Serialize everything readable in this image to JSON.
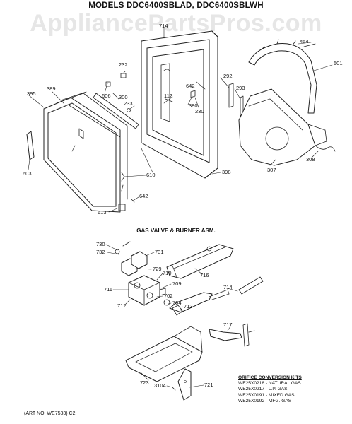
{
  "header": {
    "models": "MODELS DDC6400SBLAD, DDC6400SBLWH",
    "watermark": "AppliancePartsPros.com"
  },
  "section_title": "GAS VALVE & BURNER ASM.",
  "callouts": {
    "n714": "714",
    "n454": "454",
    "n501": "501",
    "n232": "232",
    "n395": "395",
    "n389": "389",
    "n606": "606",
    "n300": "300",
    "n233": "233",
    "n112": "112",
    "n642a": "642",
    "n380": "380",
    "n230": "230",
    "n292": "292",
    "n293": "293",
    "n603": "603",
    "n610": "610",
    "n642b": "642",
    "n613": "613",
    "n398": "398",
    "n307": "307",
    "n308": "308",
    "n730": "730",
    "n732": "732",
    "n731": "731",
    "n729": "729",
    "n716": "716",
    "n710": "710",
    "n709": "709",
    "n711": "711",
    "n702": "702",
    "n712": "712",
    "n704": "704",
    "n713": "713",
    "n714b": "714",
    "n717": "717",
    "n723": "723",
    "n3104": "3104",
    "n721": "721"
  },
  "orifice_kits": {
    "title": "ORIFICE CONVERSION KITS",
    "rows": [
      "WE25X0218 - NATURAL GAS",
      "WE25X0217 - L.P. GAS",
      "WE25X0191 - MIXED GAS",
      "WE25X0192 - MFG. GAS"
    ]
  },
  "art_number": "(ART NO. WE7533) C2"
}
